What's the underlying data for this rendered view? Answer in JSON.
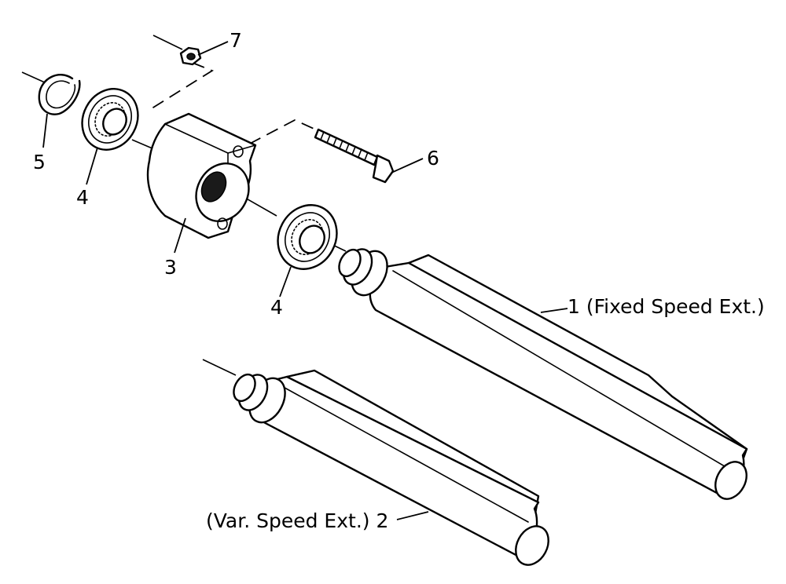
{
  "labels": {
    "nut": "7",
    "retaining_ring": "5",
    "bearing_left": "4",
    "bearing_right": "4",
    "housing": "3",
    "bolt": "6",
    "fixed_shaft": "1 (Fixed Speed Ext.)",
    "var_shaft": "(Var. Speed Ext.) 2"
  }
}
